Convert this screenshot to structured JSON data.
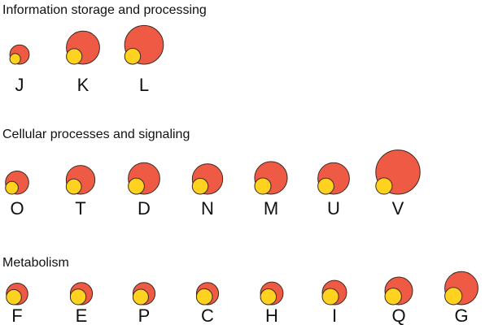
{
  "colors": {
    "outer_fill": "#EF5A45",
    "inner_fill": "#FFD21F",
    "stroke": "#3A2A20",
    "text": "#111111"
  },
  "sections": [
    {
      "title": "Information storage and processing",
      "categories": [
        {
          "label": "J",
          "outer": 0.35,
          "inner": 0.55
        },
        {
          "label": "K",
          "outer": 0.6,
          "inner": 0.47
        },
        {
          "label": "L",
          "outer": 0.7,
          "inner": 0.41
        }
      ]
    },
    {
      "title": "Cellular processes and signaling",
      "categories": [
        {
          "label": "O",
          "outer": 0.42,
          "inner": 0.55
        },
        {
          "label": "T",
          "outer": 0.52,
          "inner": 0.53
        },
        {
          "label": "D",
          "outer": 0.57,
          "inner": 0.51
        },
        {
          "label": "N",
          "outer": 0.55,
          "inner": 0.52
        },
        {
          "label": "M",
          "outer": 0.59,
          "inner": 0.5
        },
        {
          "label": "U",
          "outer": 0.57,
          "inner": 0.51
        },
        {
          "label": "V",
          "outer": 0.8,
          "inner": 0.37
        }
      ]
    },
    {
      "title": "Metabolism",
      "categories": [
        {
          "label": "F",
          "outer": 0.39,
          "inner": 0.7
        },
        {
          "label": "E",
          "outer": 0.4,
          "inner": 0.71
        },
        {
          "label": "P",
          "outer": 0.4,
          "inner": 0.7
        },
        {
          "label": "C",
          "outer": 0.4,
          "inner": 0.72
        },
        {
          "label": "H",
          "outer": 0.41,
          "inner": 0.7
        },
        {
          "label": "I",
          "outer": 0.44,
          "inner": 0.67
        },
        {
          "label": "Q",
          "outer": 0.5,
          "inner": 0.6
        },
        {
          "label": "G",
          "outer": 0.6,
          "inner": 0.52
        }
      ]
    }
  ]
}
